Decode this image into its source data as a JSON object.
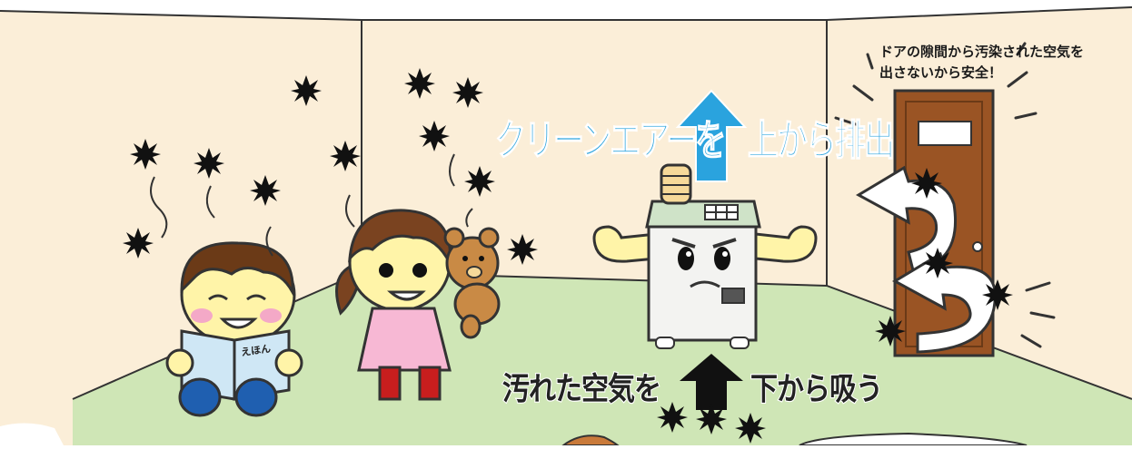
{
  "labels": {
    "clean_air": "クリーンエアーを",
    "exhaust_top": "上から排出",
    "dirty_air": "汚れた空気を",
    "intake_bottom": "下から吸う",
    "door_note_line1": "ドアの隙間から汚染された空気を",
    "door_note_line2": "出さないから安全！",
    "book_title": "えほん"
  },
  "colors": {
    "wall": "#fbeed8",
    "floor": "#cfe6b6",
    "arrow_up_blue": "#2aa3de",
    "arrow_black": "#111111",
    "door": "#9a5424",
    "purifier_top": "#cfe3c8",
    "purifier_body": "#f3f3f1",
    "skin": "#fff4a8"
  },
  "icons": [
    "dust-particle-icon",
    "blue-up-arrow-icon",
    "black-up-arrow-icon",
    "white-curved-arrow-icon"
  ]
}
